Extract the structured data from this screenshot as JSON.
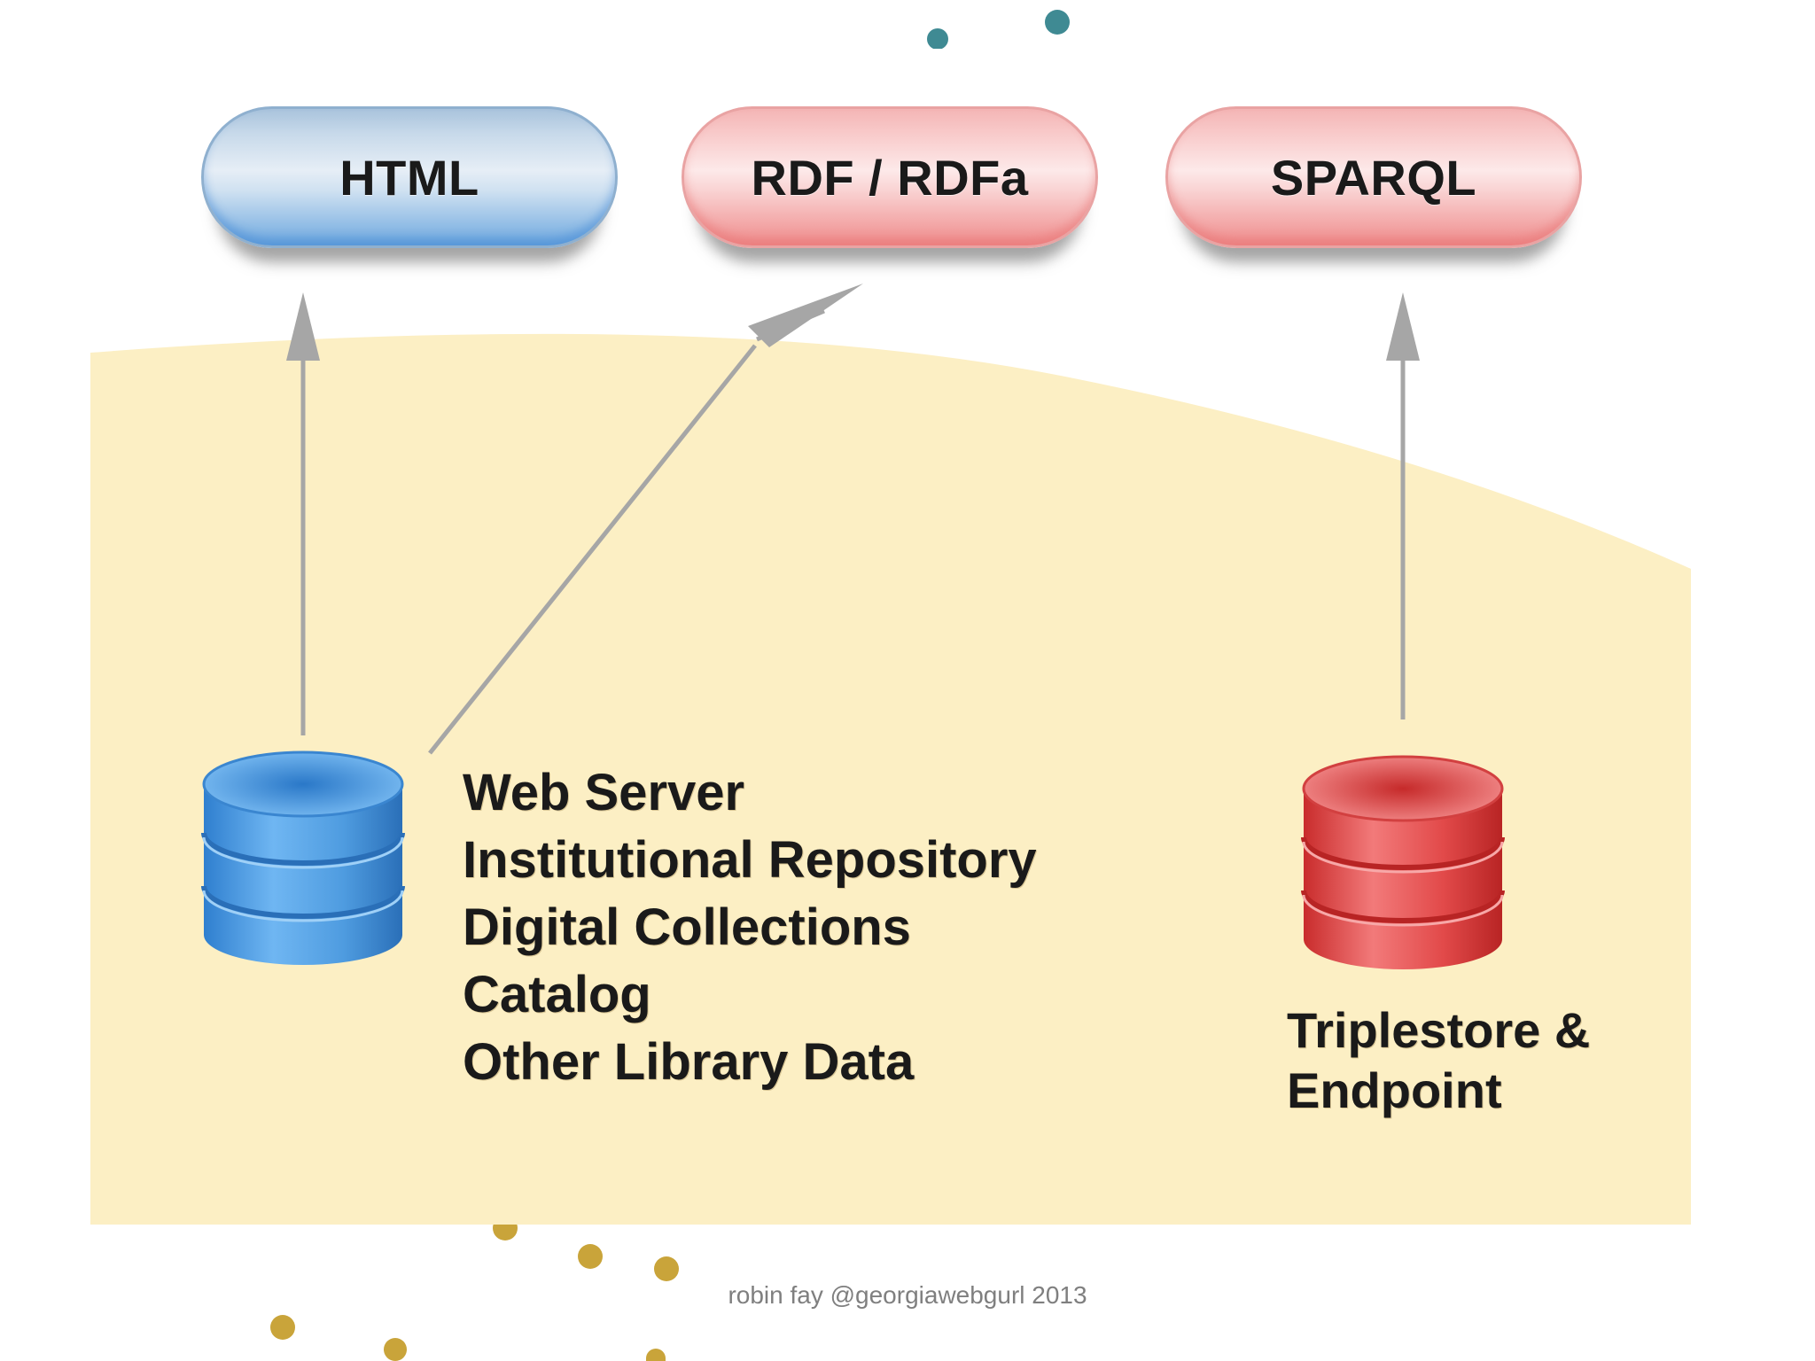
{
  "diagram": {
    "outputs": [
      {
        "label": "HTML",
        "color": "blue"
      },
      {
        "label": "RDF / RDFa",
        "color": "red"
      },
      {
        "label": "SPARQL",
        "color": "red"
      }
    ],
    "web_sources": [
      "Web Server",
      "Institutional Repository",
      "Digital Collections",
      "Catalog",
      "Other Library Data"
    ],
    "triplestore_label": [
      "Triplestore &",
      "Endpoint"
    ],
    "connections": [
      {
        "from": "web-database",
        "to": "HTML"
      },
      {
        "from": "web-database",
        "to": "RDF / RDFa"
      },
      {
        "from": "triplestore-database",
        "to": "SPARQL"
      }
    ],
    "colors": {
      "background_band": "#fcefc4",
      "arrow": "#a6a6a6",
      "database_blue": "#4f9ce0",
      "database_red": "#e24a4a"
    }
  },
  "footer": {
    "credit": "robin fay @georgiawebgurl 2013"
  }
}
